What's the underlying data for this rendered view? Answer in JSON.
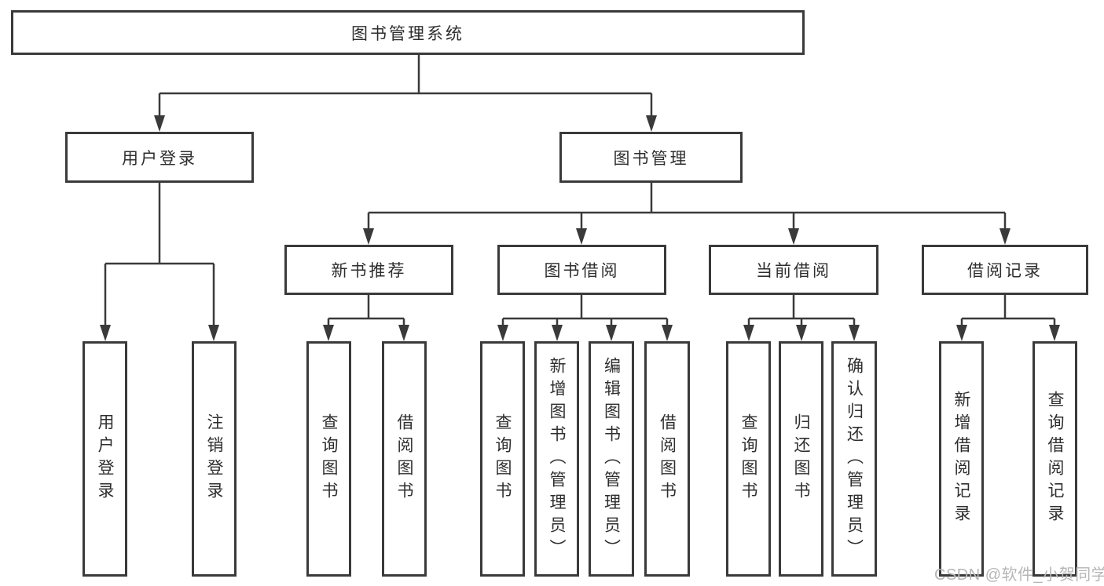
{
  "diagram": {
    "title": "图书管理系统",
    "watermark": "CSDN @软件_小贺同学",
    "colors": {
      "line": "#3a3a3a",
      "box_border": "#3a3a3a",
      "background": "#ffffff",
      "watermark": "#b6b6b6"
    },
    "tree": {
      "root": {
        "label": "图书管理系统",
        "children": [
          {
            "label": "用户登录",
            "children": [
              {
                "label": "用户登录"
              },
              {
                "label": "注销登录"
              }
            ]
          },
          {
            "label": "图书管理",
            "children": [
              {
                "label": "新书推荐",
                "children": [
                  {
                    "label": "查询图书"
                  },
                  {
                    "label": "借阅图书"
                  }
                ]
              },
              {
                "label": "图书借阅",
                "children": [
                  {
                    "label": "查询图书"
                  },
                  {
                    "label": "新增图书（管理员）"
                  },
                  {
                    "label": "编辑图书（管理员）"
                  },
                  {
                    "label": "借阅图书"
                  }
                ]
              },
              {
                "label": "当前借阅",
                "children": [
                  {
                    "label": "查询图书"
                  },
                  {
                    "label": "归还图书"
                  },
                  {
                    "label": "确认归还（管理员）"
                  }
                ]
              },
              {
                "label": "借阅记录",
                "children": [
                  {
                    "label": "新增借阅记录"
                  },
                  {
                    "label": "查询借阅记录"
                  }
                ]
              }
            ]
          }
        ]
      }
    }
  }
}
